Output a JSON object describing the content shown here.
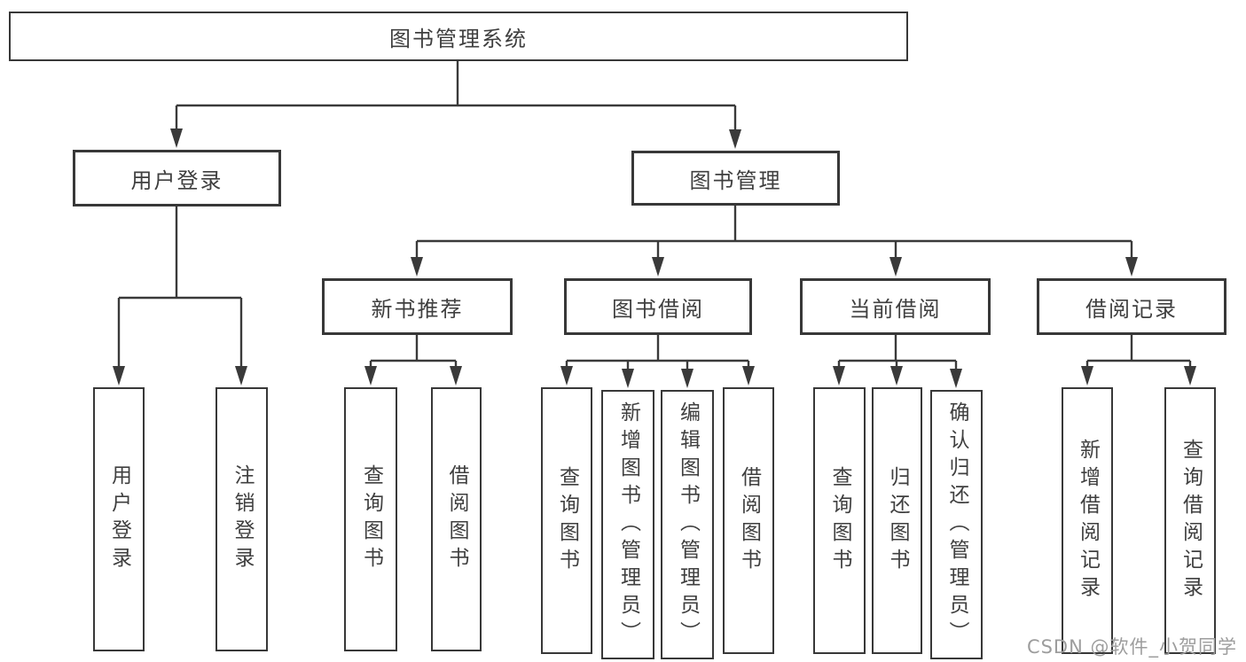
{
  "diagram": {
    "root": {
      "label": "图书管理系统",
      "children": [
        {
          "label": "用户登录",
          "children": [
            {
              "label": "用户登录"
            },
            {
              "label": "注销登录"
            }
          ]
        },
        {
          "label": "图书管理",
          "children": [
            {
              "label": "新书推荐",
              "children": [
                {
                  "label": "查询图书"
                },
                {
                  "label": "借阅图书"
                }
              ]
            },
            {
              "label": "图书借阅",
              "children": [
                {
                  "label": "查询图书"
                },
                {
                  "label": "新增图书（管理员）"
                },
                {
                  "label": "编辑图书（管理员）"
                },
                {
                  "label": "借阅图书"
                }
              ]
            },
            {
              "label": "当前借阅",
              "children": [
                {
                  "label": "查询图书"
                },
                {
                  "label": "归还图书"
                },
                {
                  "label": "确认归还（管理员）"
                }
              ]
            },
            {
              "label": "借阅记录",
              "children": [
                {
                  "label": "新增借阅记录"
                },
                {
                  "label": "查询借阅记录"
                }
              ]
            }
          ]
        }
      ]
    }
  },
  "watermark": {
    "text": "CSDN @软件_小贺同学"
  },
  "colors": {
    "background": "#ffffff",
    "border": "#383838",
    "line": "#3a3a3a",
    "text": "#3f3f3f",
    "watermark": "#9d9d9d"
  }
}
